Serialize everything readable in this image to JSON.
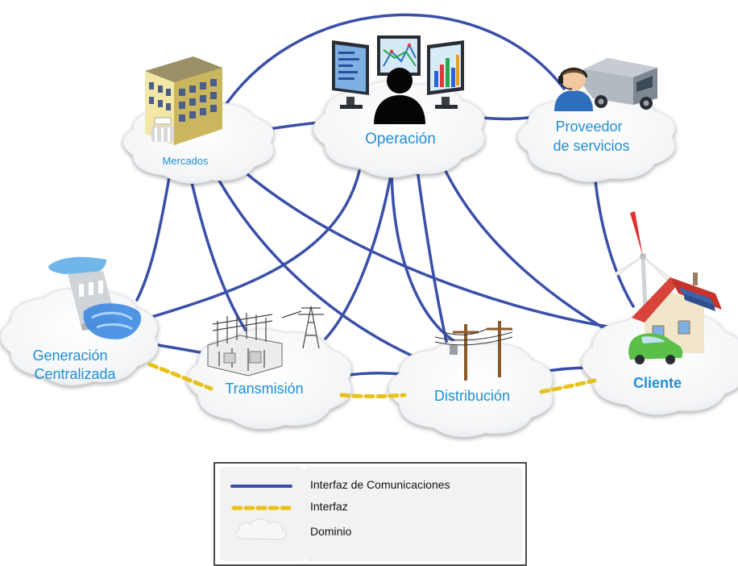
{
  "diagram": {
    "nodes": {
      "mercados": {
        "label": "Mercados",
        "icon": "market-building-icon"
      },
      "operacion": {
        "label": "Operación",
        "icon": "control-room-operator-icon"
      },
      "proveedor": {
        "label_line1": "Proveedor",
        "label_line2": "de servicios",
        "icon": "service-provider-truck-icon"
      },
      "generacion": {
        "label_line1": "Generación",
        "label_line2": "Centralizada",
        "icon": "hydro-dam-icon"
      },
      "transmision": {
        "label": "Transmisión",
        "icon": "substation-tower-icon"
      },
      "distribucion": {
        "label": "Distribución",
        "icon": "utility-poles-icon"
      },
      "cliente": {
        "label": "Cliente",
        "icon": "smart-home-wind-turbine-icon"
      }
    },
    "communication_links": [
      [
        "mercados",
        "proveedor"
      ],
      [
        "mercados",
        "operacion"
      ],
      [
        "operacion",
        "proveedor"
      ],
      [
        "mercados",
        "generacion"
      ],
      [
        "mercados",
        "transmision"
      ],
      [
        "mercados",
        "distribucion"
      ],
      [
        "mercados",
        "cliente"
      ],
      [
        "operacion",
        "generacion"
      ],
      [
        "operacion",
        "transmision"
      ],
      [
        "operacion",
        "distribucion"
      ],
      [
        "operacion",
        "cliente"
      ],
      [
        "proveedor",
        "cliente"
      ],
      [
        "generacion",
        "transmision"
      ],
      [
        "transmision",
        "distribucion"
      ],
      [
        "distribucion",
        "cliente"
      ]
    ],
    "interface_links": [
      [
        "generacion",
        "transmision"
      ],
      [
        "transmision",
        "distribucion"
      ],
      [
        "distribucion",
        "cliente"
      ]
    ],
    "colors": {
      "communication_line": "#3a4fa8",
      "interface_dash": "#e8c21a",
      "label": "#1f8fd6",
      "cloud_fill": "#f4f6f8"
    }
  },
  "legend": {
    "communications_label": "Interfaz de Comunicaciones",
    "interface_label": "Interfaz",
    "domain_label": "Dominio"
  }
}
